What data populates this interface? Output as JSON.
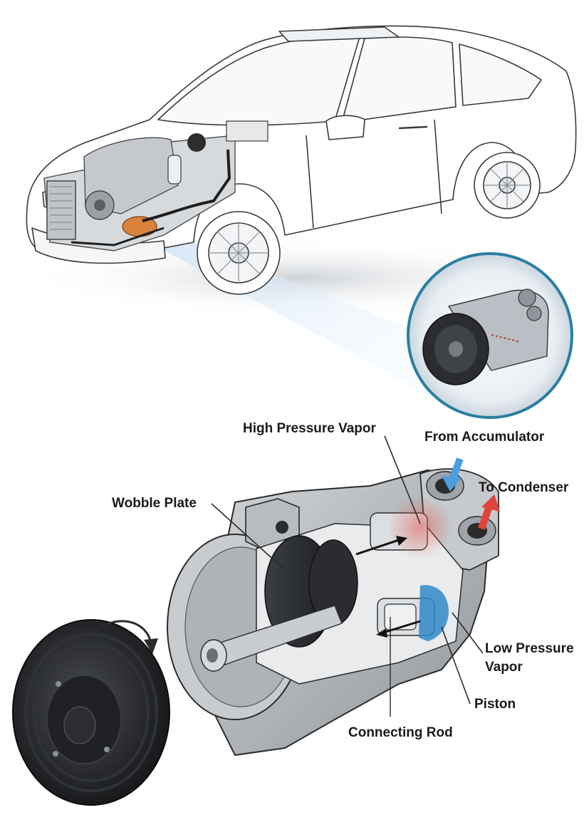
{
  "labels": {
    "high_pressure_vapor": "High Pressure Vapor",
    "from_accumulator": "From Accumulator",
    "to_condenser": "To Condenser",
    "wobble_plate": "Wobble Plate",
    "low_pressure_vapor": "Low Pressure",
    "low_pressure_vapor_line2": "Vapor",
    "piston": "Piston",
    "connecting_rod": "Connecting Rod"
  },
  "colors": {
    "accent_blue": "#2f88c8",
    "intake_arrow": "#4b9ee0",
    "outlet_arrow": "#e0443c",
    "compressor_orange": "#d9823a",
    "callout_ring": "#2a7ea0",
    "line": "#2b2b2b"
  },
  "icons": {
    "intake_arrow": "arrow-down-icon",
    "outlet_arrow": "arrow-up-icon",
    "rotation_arrow": "curved-arrow-icon"
  }
}
